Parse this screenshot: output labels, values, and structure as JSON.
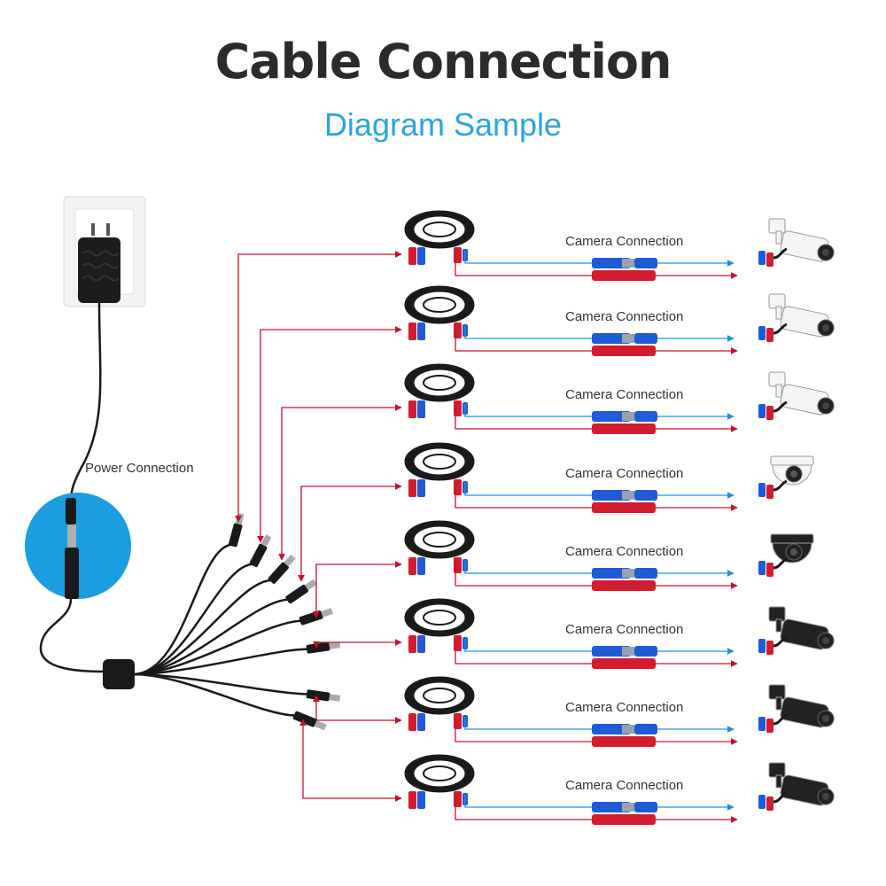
{
  "header": {
    "title": "Cable Connection",
    "subtitle": "Diagram Sample"
  },
  "power": {
    "label": "Power Connection",
    "accent_color": "#1a9ee0"
  },
  "cameras": [
    {
      "label": "Camera Connection",
      "icon": "bullet-camera-icon",
      "body_color": "#f4f4f4"
    },
    {
      "label": "Camera Connection",
      "icon": "bullet-camera-icon",
      "body_color": "#f4f4f4"
    },
    {
      "label": "Camera Connection",
      "icon": "bullet-camera-icon",
      "body_color": "#f4f4f4"
    },
    {
      "label": "Camera Connection",
      "icon": "dome-camera-icon",
      "body_color": "#f4f4f4"
    },
    {
      "label": "Camera Connection",
      "icon": "dome-camera-icon",
      "body_color": "#222222"
    },
    {
      "label": "Camera Connection",
      "icon": "bullet-camera-icon",
      "body_color": "#222222"
    },
    {
      "label": "Camera Connection",
      "icon": "bullet-camera-icon",
      "body_color": "#222222"
    },
    {
      "label": "Camera Connection",
      "icon": "bullet-camera-icon",
      "body_color": "#222222"
    }
  ],
  "colors": {
    "power_line": "#c8102e",
    "video_line": "#1e90e6",
    "cable": "#1a1a1a",
    "video_connector": "#1f5bd6",
    "power_connector": "#d11d2f"
  }
}
